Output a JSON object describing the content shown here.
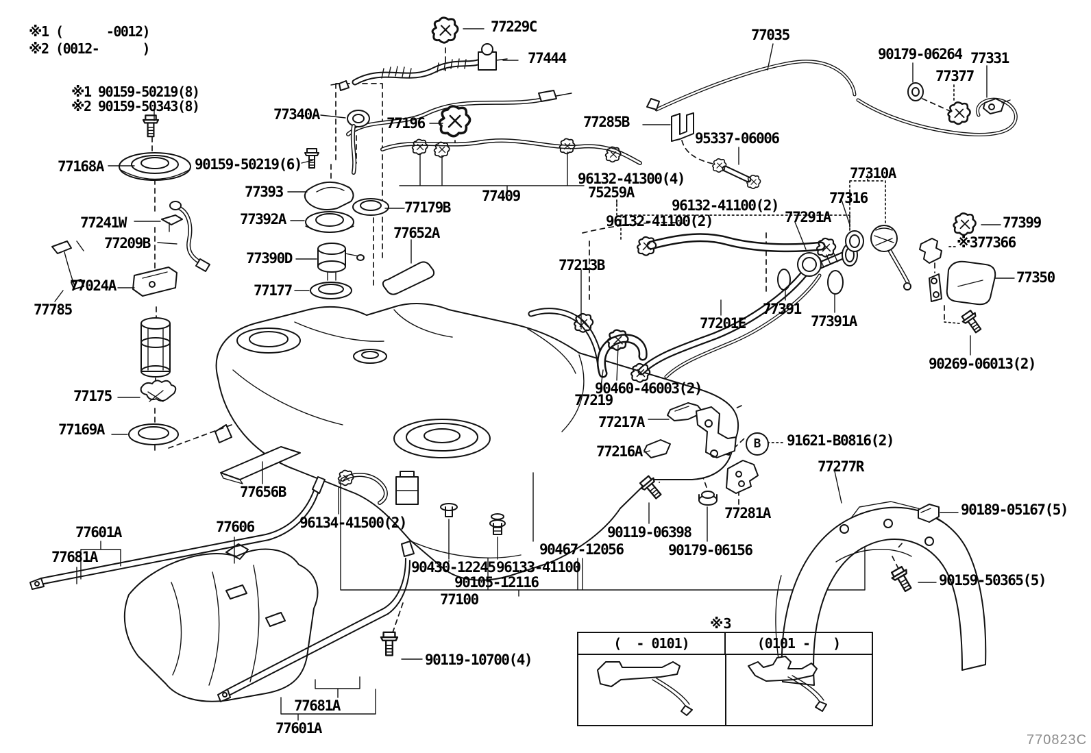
{
  "diagram": {
    "title": "fuel-tank-and-tube-exploded-diagram",
    "footer_code": "770823C",
    "marker_b": "B"
  },
  "ref_table": {
    "note": "※3",
    "columns": [
      "(  - 0101)",
      "(0101 -   )"
    ]
  },
  "callouts": [
    {
      "t": "※1 (      -0012)"
    },
    {
      "t": "※2 (0012-      )"
    },
    {
      "t": "※1 90159-50219(8)"
    },
    {
      "t": "※2 90159-50343(8)"
    },
    {
      "t": "77168A"
    },
    {
      "t": "90159-50219(6)"
    },
    {
      "t": "77393"
    },
    {
      "t": "77241W"
    },
    {
      "t": "77392A"
    },
    {
      "t": "77209B"
    },
    {
      "t": "77390D"
    },
    {
      "t": "77024A"
    },
    {
      "t": "77177"
    },
    {
      "t": "77785"
    },
    {
      "t": "77175"
    },
    {
      "t": "77169A"
    },
    {
      "t": "77656B"
    },
    {
      "t": "77601A"
    },
    {
      "t": "77681A"
    },
    {
      "t": "77606"
    },
    {
      "t": "77681A"
    },
    {
      "t": "77601A"
    },
    {
      "t": "90119-10700(4)"
    },
    {
      "t": "96134-41500(2)"
    },
    {
      "t": "90430-12245"
    },
    {
      "t": "96133-41100"
    },
    {
      "t": "90105-12116"
    },
    {
      "t": "77100"
    },
    {
      "t": "90467-12056"
    },
    {
      "t": "90119-06398"
    },
    {
      "t": "90179-06156"
    },
    {
      "t": "77281A"
    },
    {
      "t": "77217A"
    },
    {
      "t": "77216A"
    },
    {
      "t": "91621-B0816(2)"
    },
    {
      "t": "77277R"
    },
    {
      "t": "90189-05167(5)"
    },
    {
      "t": "90159-50365(5)"
    },
    {
      "t": "77229C"
    },
    {
      "t": "77444"
    },
    {
      "t": "77340A"
    },
    {
      "t": "77196"
    },
    {
      "t": "77035"
    },
    {
      "t": "90179-06264"
    },
    {
      "t": "77377"
    },
    {
      "t": "77331"
    },
    {
      "t": "77285B"
    },
    {
      "t": "95337-06006"
    },
    {
      "t": "96132-41300(4)"
    },
    {
      "t": "77409"
    },
    {
      "t": "75259A"
    },
    {
      "t": "96132-41100(2)"
    },
    {
      "t": "96132-41100(2)"
    },
    {
      "t": "77179B"
    },
    {
      "t": "77652A"
    },
    {
      "t": "77213B"
    },
    {
      "t": "77310A"
    },
    {
      "t": "77316"
    },
    {
      "t": "77291A"
    },
    {
      "t": "77399"
    },
    {
      "t": "※377366"
    },
    {
      "t": "77350"
    },
    {
      "t": "90269-06013(2)"
    },
    {
      "t": "77391"
    },
    {
      "t": "77391A"
    },
    {
      "t": "77201E"
    },
    {
      "t": "90460-46003(2)"
    },
    {
      "t": "77219"
    }
  ]
}
